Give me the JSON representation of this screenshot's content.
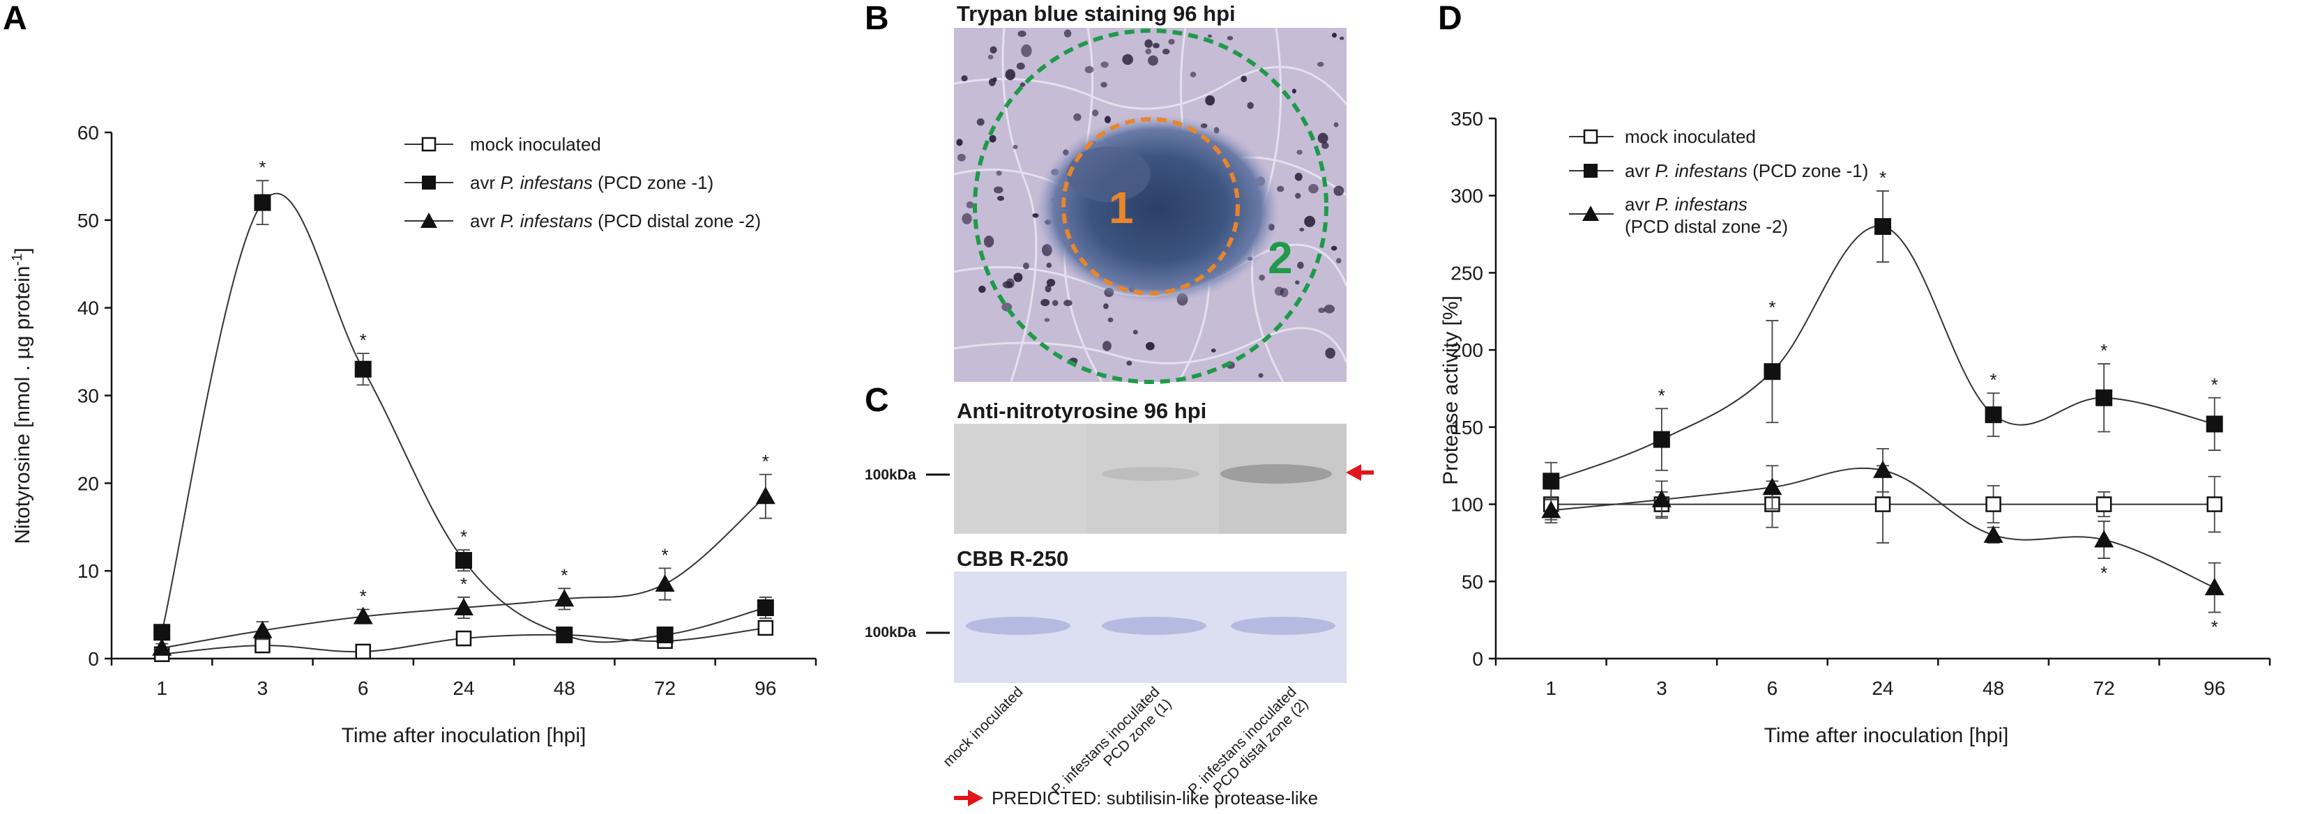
{
  "panels": {
    "a": {
      "letter": "A",
      "ylabel": "Nitotyrosine [nmol . µg protein",
      "ylabel_sup": "-1",
      "ylabel_end": "]",
      "xlabel": "Time after inoculation [hpi]",
      "legend": [
        {
          "marker": "square-open",
          "text": "mock inoculated"
        },
        {
          "marker": "square-filled",
          "prefix": "avr ",
          "italic": "P. infestans",
          "suffix": " (PCD zone -1)"
        },
        {
          "marker": "triangle-filled",
          "prefix": "avr ",
          "italic": "P. infestans",
          "suffix": " (PCD distal zone -2)"
        }
      ]
    },
    "b": {
      "letter": "B",
      "title": "Trypan blue staining 96 hpi",
      "zone1": "1",
      "zone2": "2",
      "zone1_color": "#e8862a",
      "zone2_color": "#1f9a4a"
    },
    "c": {
      "letter": "C",
      "blot1_title": "Anti-nitrotyrosine 96 hpi",
      "blot2_title": "CBB R-250",
      "marker_label": "100kDa",
      "lanes": [
        {
          "line1": "mock inoculated",
          "line2": ""
        },
        {
          "line1": "P. infestans inoculated",
          "line2": "PCD zone (1)"
        },
        {
          "line1": "P. infestans inoculated",
          "line2": "PCD distal zone (2)"
        }
      ],
      "arrow_color": "#e3141b",
      "predicted": "PREDICTED: subtilisin-like protease-like"
    },
    "d": {
      "letter": "D",
      "ylabel": "Protease activity [%]",
      "xlabel": "Time after inoculation [hpi]",
      "legend": [
        {
          "marker": "square-open",
          "line1": "mock inoculated"
        },
        {
          "marker": "square-filled",
          "prefix": "avr ",
          "italic": "P. infestans",
          "suffix": " (PCD zone -1)"
        },
        {
          "marker": "triangle-filled",
          "prefix": "avr ",
          "italic": "P. infestans",
          "line2": "(PCD distal zone -2)"
        }
      ]
    }
  },
  "chart_data": [
    {
      "id": "A",
      "type": "line",
      "categories": [
        "1",
        "3",
        "6",
        "24",
        "48",
        "72",
        "96"
      ],
      "ylim": [
        0,
        60
      ],
      "yticks": [
        0,
        10,
        20,
        30,
        40,
        50,
        60
      ],
      "xlabel": "Time after inoculation [hpi]",
      "ylabel": "Nitotyrosine [nmol . µg protein-1]",
      "grid": false,
      "legend_position": "top-right",
      "series": [
        {
          "name": "mock inoculated",
          "marker": "square-open",
          "values": [
            0.5,
            1.5,
            0.8,
            2.3,
            2.7,
            2.0,
            3.5
          ],
          "errors": [
            0.3,
            0.5,
            0.4,
            0.5,
            0.5,
            0.5,
            0.6
          ],
          "significant": [
            false,
            false,
            false,
            false,
            false,
            false,
            false
          ]
        },
        {
          "name": "avr P. infestans (PCD zone -1)",
          "marker": "square-filled",
          "values": [
            3.0,
            52.0,
            33.0,
            11.2,
            2.7,
            2.7,
            5.8
          ],
          "errors": [
            0.6,
            2.5,
            1.8,
            1.2,
            0.6,
            0.6,
            1.2
          ],
          "significant": [
            false,
            true,
            true,
            true,
            false,
            false,
            false
          ]
        },
        {
          "name": "avr P. infestans (PCD distal zone -2)",
          "marker": "triangle-filled",
          "values": [
            1.2,
            3.2,
            4.8,
            5.8,
            6.8,
            8.5,
            18.5
          ],
          "errors": [
            0.5,
            1.0,
            0.8,
            1.2,
            1.2,
            1.8,
            2.5
          ],
          "significant": [
            false,
            false,
            true,
            true,
            true,
            true,
            true
          ]
        }
      ]
    },
    {
      "id": "D",
      "type": "line",
      "categories": [
        "1",
        "3",
        "6",
        "24",
        "48",
        "72",
        "96"
      ],
      "ylim": [
        0,
        350
      ],
      "yticks": [
        0,
        50,
        100,
        150,
        200,
        250,
        300,
        350
      ],
      "xlabel": "Time after inoculation [hpi]",
      "ylabel": "Protease activity [%]",
      "grid": false,
      "legend_position": "top-left",
      "series": [
        {
          "name": "mock inoculated",
          "marker": "square-open",
          "values": [
            100,
            100,
            100,
            100,
            100,
            100,
            100
          ],
          "errors": [
            10,
            8,
            15,
            25,
            12,
            8,
            18
          ],
          "significant": [
            false,
            false,
            false,
            false,
            false,
            false,
            false
          ]
        },
        {
          "name": "avr P. infestans (PCD zone -1)",
          "marker": "square-filled",
          "values": [
            115,
            142,
            186,
            280,
            158,
            169,
            152
          ],
          "errors": [
            12,
            20,
            33,
            23,
            14,
            22,
            17
          ],
          "significant": [
            false,
            true,
            true,
            true,
            true,
            true,
            true
          ]
        },
        {
          "name": "avr P. infestans (PCD distal zone -2)",
          "marker": "triangle-filled",
          "values": [
            96,
            103,
            111,
            122,
            80,
            77,
            46
          ],
          "errors": [
            8,
            12,
            14,
            14,
            5,
            12,
            16
          ],
          "significant": [
            false,
            false,
            false,
            false,
            false,
            true,
            true
          ]
        }
      ]
    }
  ]
}
